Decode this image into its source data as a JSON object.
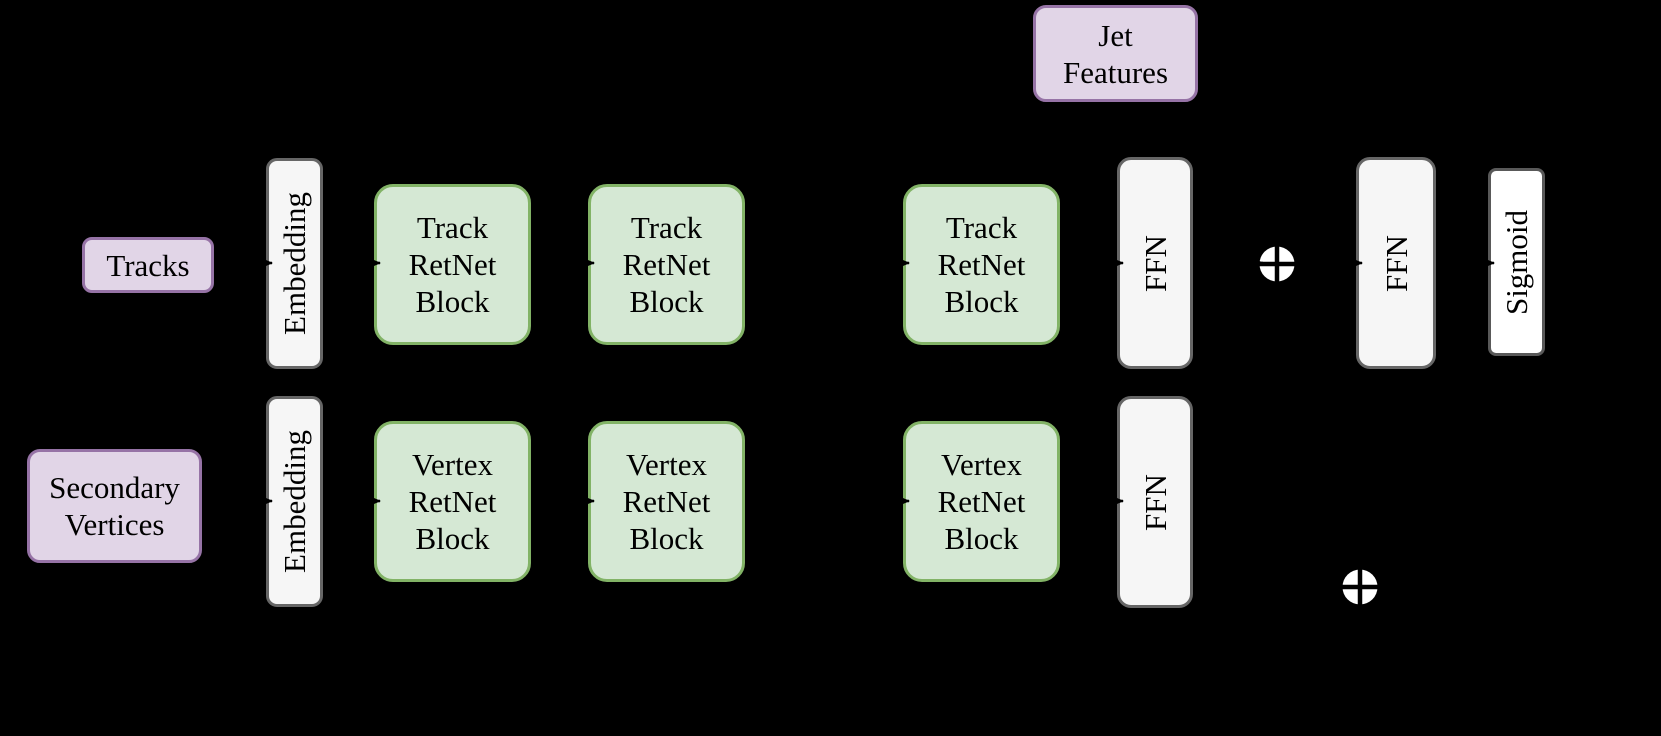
{
  "background_color": "#000000",
  "palette": {
    "input_fill": "#e1d5e7",
    "input_stroke": "#9673a6",
    "retnet_fill": "#d5e8d4",
    "retnet_stroke": "#82b366",
    "layer_fill": "#f6f6f6",
    "layer_stroke": "#666666",
    "sigmoid_fill": "#ffffff",
    "sigmoid_stroke": "#595959",
    "text_color": "#000000",
    "concat_circle_fill": "#ffffff",
    "concat_cross_color": "#000000"
  },
  "nodes": {
    "tracks": {
      "label": "Tracks"
    },
    "secondary_vertices": {
      "label": "Secondary\nVertices"
    },
    "jet_features": {
      "label": "Jet\nFeatures"
    },
    "embedding_tracks": {
      "label": "Embedding"
    },
    "embedding_vertices": {
      "label": "Embedding"
    },
    "track_retnet_block_1": {
      "label": "Track\nRetNet\nBlock"
    },
    "track_retnet_block_2": {
      "label": "Track\nRetNet\nBlock"
    },
    "track_retnet_block_n": {
      "label": "Track\nRetNet\nBlock"
    },
    "vertex_retnet_block_1": {
      "label": "Vertex\nRetNet\nBlock"
    },
    "vertex_retnet_block_2": {
      "label": "Vertex\nRetNet\nBlock"
    },
    "vertex_retnet_block_n": {
      "label": "Vertex\nRetNet\nBlock"
    },
    "ffn_tracks": {
      "label": "FFN"
    },
    "ffn_vertices": {
      "label": "FFN"
    },
    "ffn_combined": {
      "label": "FFN"
    },
    "sigmoid": {
      "label": "Sigmoid"
    },
    "concat_top": {
      "symbol": "⊕"
    },
    "concat_bottom": {
      "symbol": "⊕"
    }
  }
}
